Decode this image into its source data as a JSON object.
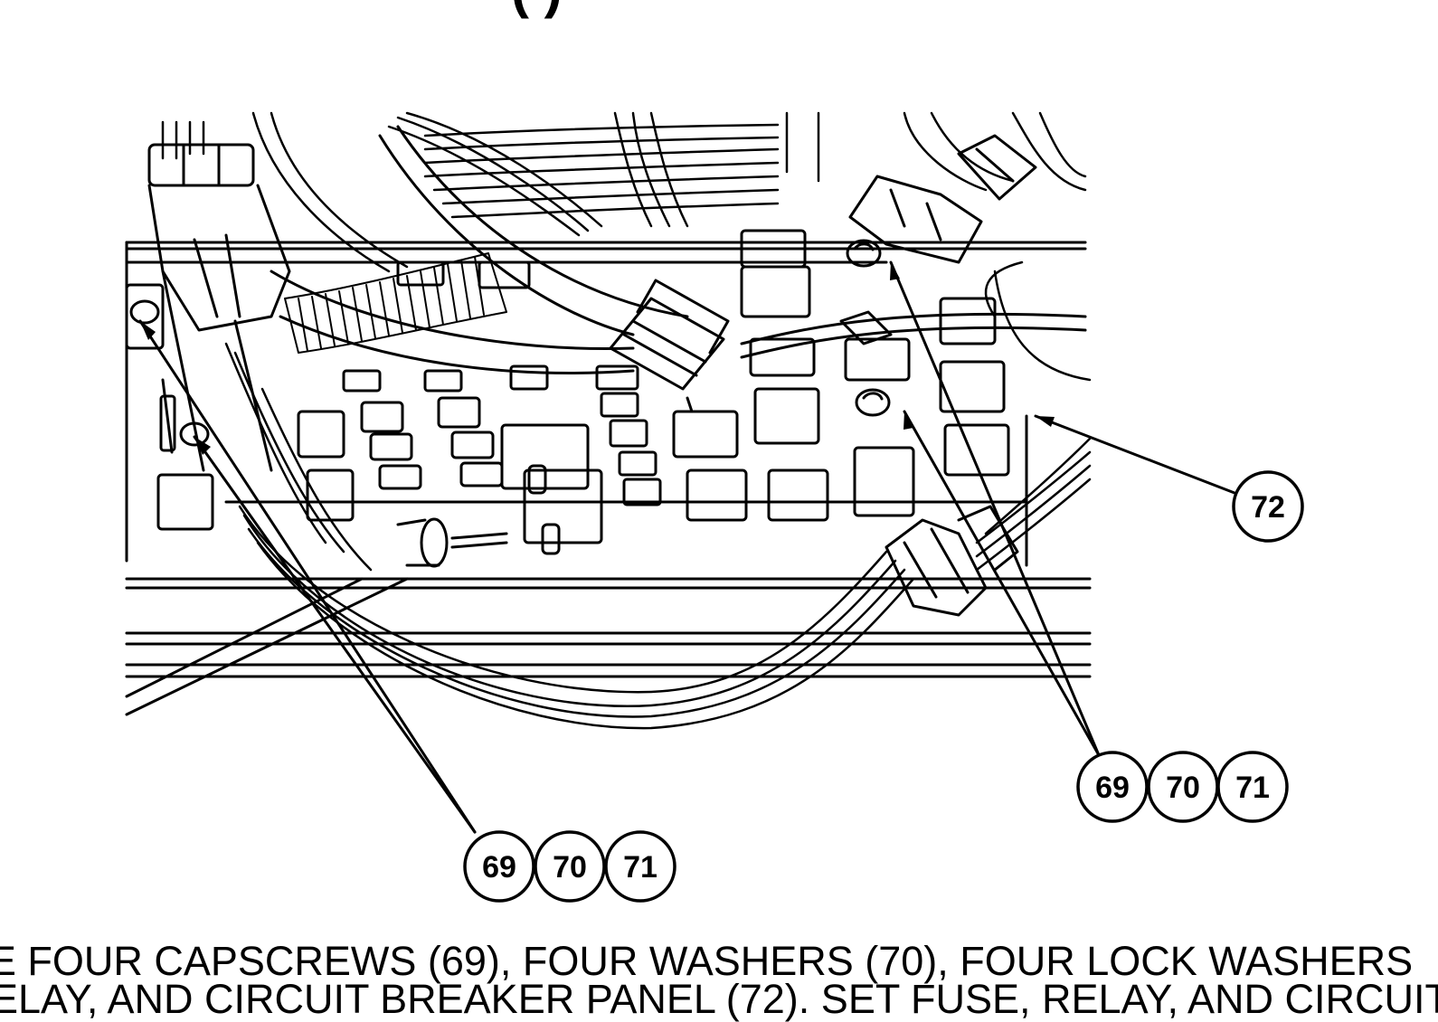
{
  "header_partial": "(    )",
  "callouts": {
    "left_group": [
      "69",
      "70",
      "71"
    ],
    "right_group": [
      "69",
      "70",
      "71"
    ],
    "panel": "72"
  },
  "caption": {
    "line1": "E FOUR CAPSCREWS (69), FOUR WASHERS (70), FOUR LOCK WASHERS",
    "line2": "ELAY, AND CIRCUIT BREAKER PANEL (72). SET FUSE, RELAY, AND CIRCUIT"
  }
}
